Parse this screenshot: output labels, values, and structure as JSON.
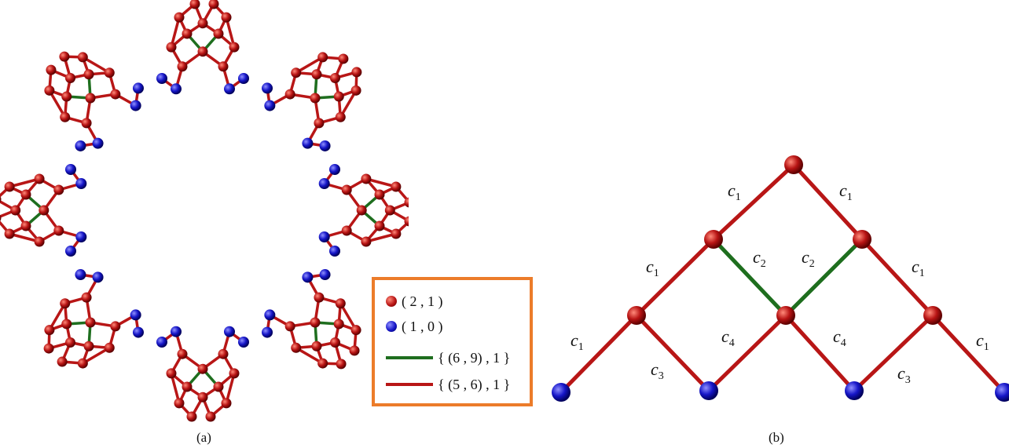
{
  "captions": {
    "a": "(a)",
    "b": "(b)"
  },
  "colors": {
    "red_vertex": "#b81414",
    "blue_vertex": "#1616c8",
    "red_edge": "#b81616",
    "green_edge": "#1e6e1e",
    "legend_border": "#ec7c2a"
  },
  "legend": [
    {
      "marker": "red-ball",
      "text": "( 2 , 1 )"
    },
    {
      "marker": "blue-ball",
      "text": "( 1 , 0 )"
    },
    {
      "marker": "green-line",
      "text": "{ (6 , 9) , 1 }"
    },
    {
      "marker": "red-line",
      "text": "{ (5 , 6) , 1 }"
    }
  ],
  "edge_labels": {
    "c1": {
      "letter": "c",
      "sub": "1"
    },
    "c2": {
      "letter": "c",
      "sub": "2"
    },
    "c3": {
      "letter": "c",
      "sub": "3"
    },
    "c4": {
      "letter": "c",
      "sub": "4"
    }
  }
}
